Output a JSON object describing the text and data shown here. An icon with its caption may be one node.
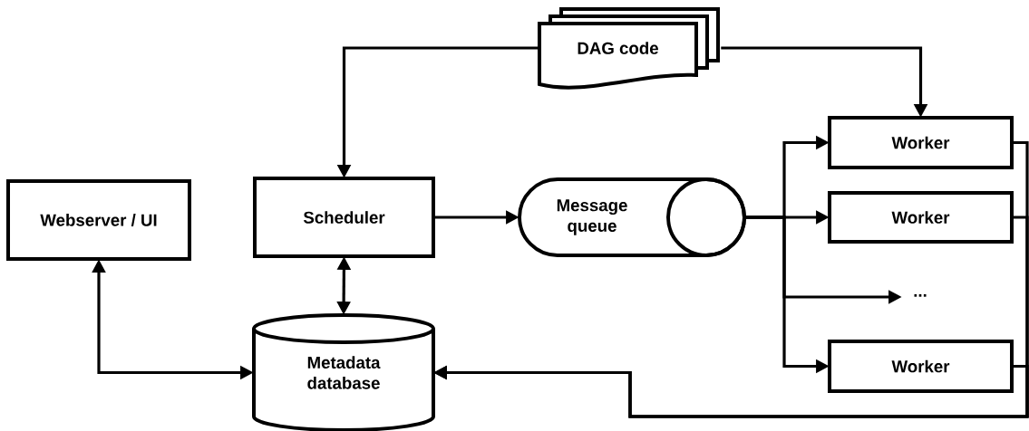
{
  "diagram": {
    "nodes": [
      {
        "text": [
          "DAG code"
        ]
      },
      {
        "text": [
          "Webserver / UI"
        ]
      },
      {
        "text": [
          "Scheduler"
        ]
      },
      {
        "text": [
          "Message queue"
        ]
      },
      {
        "text": [
          "Worker"
        ]
      },
      {
        "text": [
          "Worker"
        ]
      },
      {
        "text": [
          "..."
        ]
      },
      {
        "text": [
          "Worker"
        ]
      },
      {
        "text": [
          "Metadata database"
        ]
      }
    ],
    "edges": [
      {
        "from": 0,
        "to": 2,
        "arrow": "to"
      },
      {
        "from": 0,
        "to": 4,
        "arrow": "to"
      },
      {
        "from": 2,
        "to": 3,
        "arrow": "to"
      },
      {
        "from": 2,
        "to": 8,
        "arrow": "both"
      },
      {
        "from": 1,
        "to": 8,
        "arrow": "both"
      },
      {
        "from": 3,
        "to": 4,
        "arrow": "to"
      },
      {
        "from": 3,
        "to": 5,
        "arrow": "to"
      },
      {
        "from": 3,
        "to": 6,
        "arrow": "to"
      },
      {
        "from": 3,
        "to": 7,
        "arrow": "to"
      },
      {
        "from": 4,
        "to": 8,
        "arrow": "to"
      },
      {
        "from": 5,
        "to": 8,
        "arrow": "to"
      },
      {
        "from": 7,
        "to": 8,
        "arrow": "to"
      }
    ]
  }
}
